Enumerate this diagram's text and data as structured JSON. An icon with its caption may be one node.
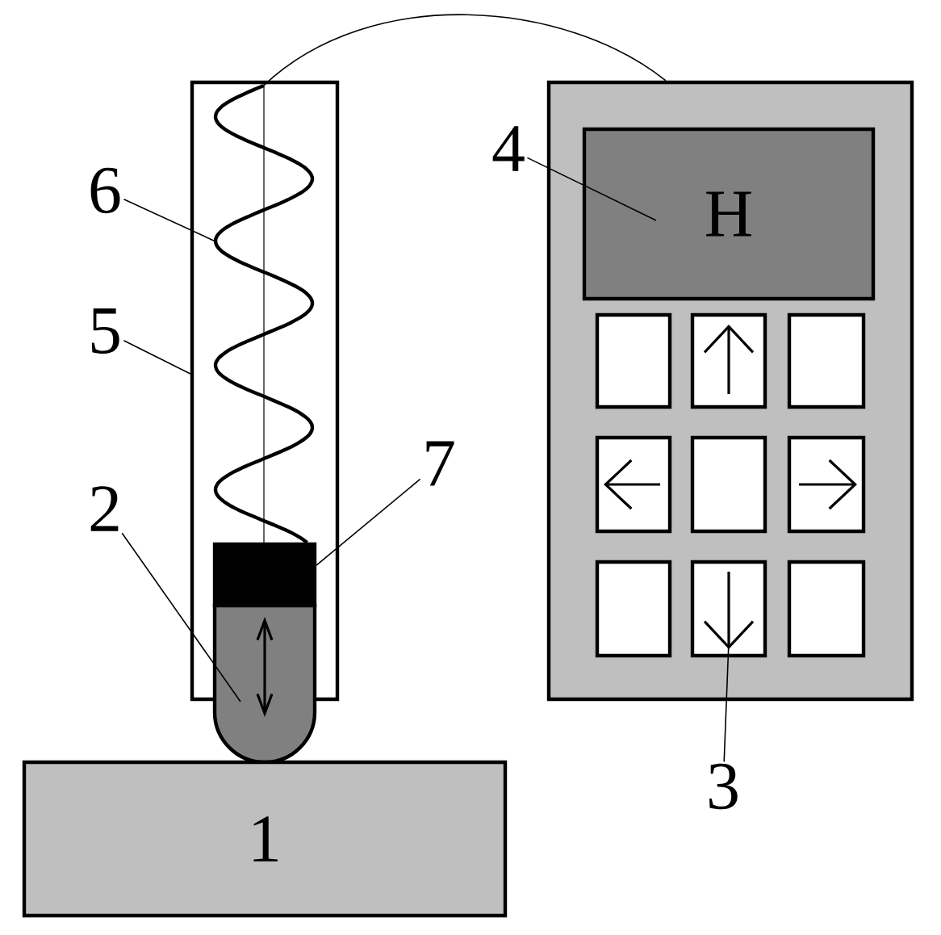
{
  "diagram": {
    "nodes": [
      {
        "text": [
          "6"
        ]
      },
      {
        "text": [
          "5"
        ]
      },
      {
        "text": [
          "2"
        ]
      },
      {
        "text": [
          "7"
        ]
      },
      {
        "text": [
          "4"
        ]
      },
      {
        "text": [
          "3"
        ]
      },
      {
        "text": [],
        "shape": "box"
      },
      {
        "text": [],
        "shape": "spring",
        "in": 6
      },
      {
        "text": [],
        "shape": "box",
        "in": 6
      },
      {
        "text": [],
        "shape": "capsule"
      },
      {
        "text": [],
        "shape": "box"
      },
      {
        "text": [
          "H"
        ],
        "in": 10
      },
      {
        "text": [],
        "shape": "box",
        "in": 10
      },
      {
        "text": [],
        "shape": "box",
        "in": 10
      },
      {
        "text": [],
        "shape": "box",
        "in": 10
      },
      {
        "text": [],
        "shape": "box",
        "in": 10
      },
      {
        "text": [],
        "shape": "box",
        "in": 10
      },
      {
        "text": [],
        "shape": "box",
        "in": 10
      },
      {
        "text": [],
        "shape": "box",
        "in": 10
      },
      {
        "text": [],
        "shape": "box",
        "in": 10
      },
      {
        "text": [],
        "shape": "box",
        "in": 10
      },
      {
        "text": [
          "1"
        ]
      }
    ],
    "edges": [
      {
        "from": 0,
        "to": 7,
        "arrow": "none"
      },
      {
        "from": 1,
        "to": 6,
        "arrow": "none"
      },
      {
        "from": 2,
        "to": 9,
        "arrow": "none"
      },
      {
        "from": 3,
        "to": 8,
        "arrow": "none"
      },
      {
        "from": 4,
        "to": 11,
        "arrow": "none"
      },
      {
        "from": 5,
        "to": 19,
        "arrow": "none"
      },
      {
        "from": 7,
        "to": 10,
        "arrow": "none"
      }
    ]
  }
}
